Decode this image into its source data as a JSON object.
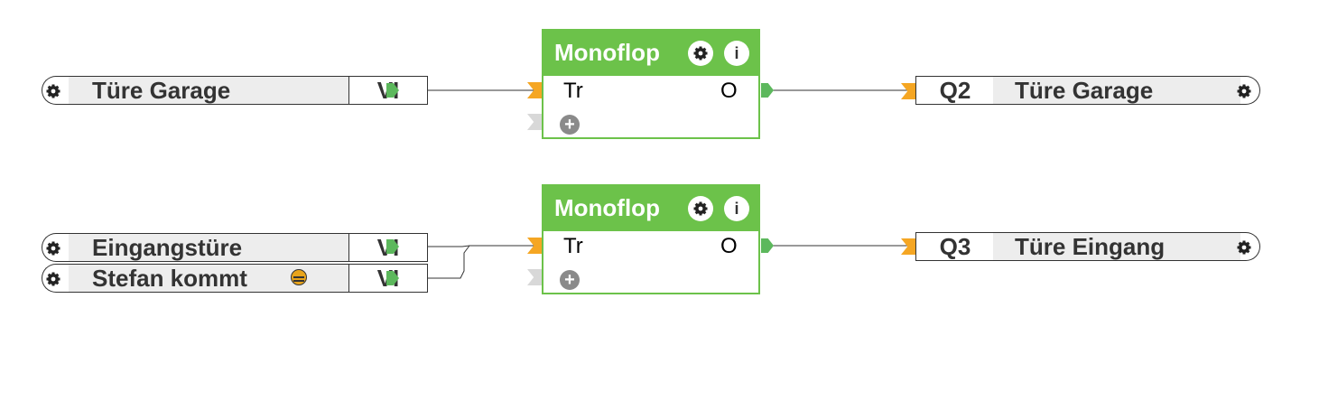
{
  "inputs": [
    {
      "name": "Türe Garage",
      "type": "VI"
    },
    {
      "name": "Eingangstüre",
      "type": "VI"
    },
    {
      "name": "Stefan kommt",
      "type": "VI"
    }
  ],
  "blocks": [
    {
      "title": "Monoflop",
      "input": "Tr",
      "output": "O",
      "info": "i"
    },
    {
      "title": "Monoflop",
      "input": "Tr",
      "output": "O",
      "info": "i"
    }
  ],
  "outputs": [
    {
      "type": "Q2",
      "name": "Türe Garage"
    },
    {
      "type": "Q3",
      "name": "Türe Eingang"
    }
  ],
  "colors": {
    "block_green": "#6cc24a",
    "port_output": "#5cb85c",
    "port_input": "#f5a623",
    "label_gray": "#ededed"
  },
  "icons": {
    "add": "+",
    "settings": "gear-icon",
    "sensor": "sensor-icon"
  }
}
